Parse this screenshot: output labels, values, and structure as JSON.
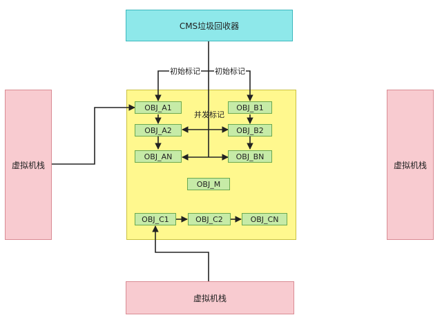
{
  "cms_collector": "CMS垃圾回收器",
  "vm_stack_left": "虚拟机栈",
  "vm_stack_right": "虚拟机栈",
  "vm_stack_bottom": "虚拟机栈",
  "initial_mark_left": "初始标记",
  "initial_mark_right": "初始标记",
  "concurrent_mark": "并发标记",
  "objects": {
    "a1": "OBJ_A1",
    "a2": "OBJ_A2",
    "an": "OBJ_AN",
    "b1": "OBJ_B1",
    "b2": "OBJ_B2",
    "bn": "OBJ_BN",
    "m": "OBJ_M",
    "c1": "OBJ_C1",
    "c2": "OBJ_C2",
    "cn": "OBJ_CN"
  },
  "colors": {
    "cms": "#8ee8ea",
    "heap": "#fff88e",
    "stack": "#f8cbd0",
    "object": "#c6eba7"
  }
}
